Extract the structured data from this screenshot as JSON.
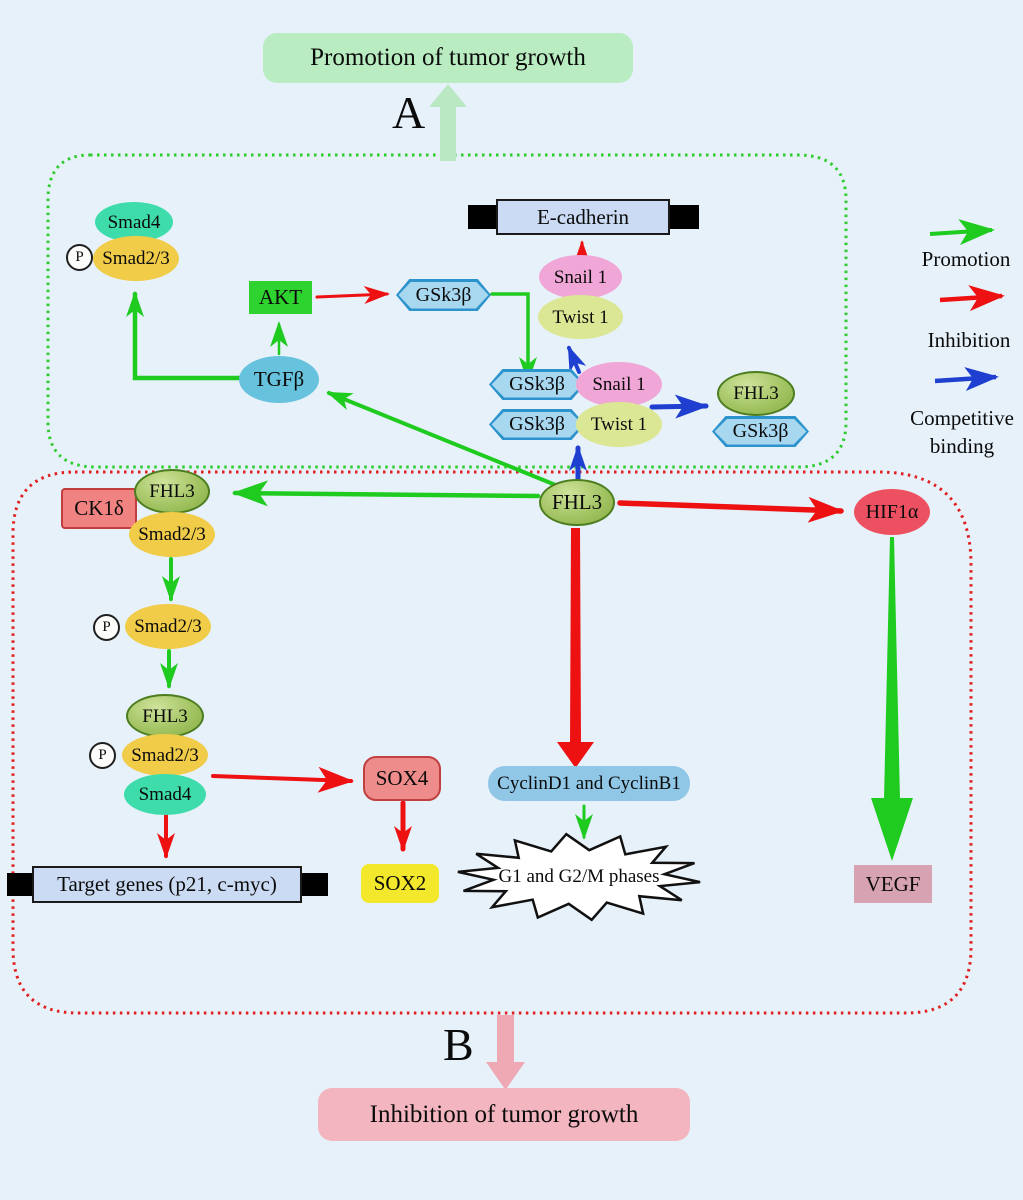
{
  "figure": {
    "description": "FHL3 signaling pathway diagram",
    "background_color": "#e7f1fa"
  },
  "top_banner": {
    "label": "Promotion of tumor growth",
    "color": "#b9edc1"
  },
  "bottom_banner": {
    "label": "Inhibition of tumor growth",
    "color": "#f3b5bf"
  },
  "section_labels": {
    "a": "A",
    "b": "B"
  },
  "panel_a": {
    "border_color": "#2ecc2e"
  },
  "panel_b": {
    "border_color": "#e02020"
  },
  "legend": {
    "items": [
      {
        "label": "Promotion",
        "color": "#1ecb1e"
      },
      {
        "label": "Inhibition",
        "color": "#ee1111"
      },
      {
        "label": "Competitive binding",
        "color": "#1e3fd0"
      }
    ]
  },
  "nodes": {
    "smad4": "Smad4",
    "smad23": "Smad2/3",
    "phospho": "P",
    "akt": "AKT",
    "gsk3b": "GSk3β",
    "ecadherin": "E-cadherin",
    "snail1": "Snail 1",
    "twist1": "Twist 1",
    "tgfb": "TGFβ",
    "fhl3": "FHL3",
    "ck1d": "CK1δ",
    "sox4": "SOX4",
    "sox2": "SOX2",
    "cyclins": "CyclinD1 and CyclinB1",
    "phases": "G1 and G2/M phases",
    "hif1a": "HIF1α",
    "vegf": "VEGF",
    "target_genes": "Target genes (p21, c-myc)"
  }
}
